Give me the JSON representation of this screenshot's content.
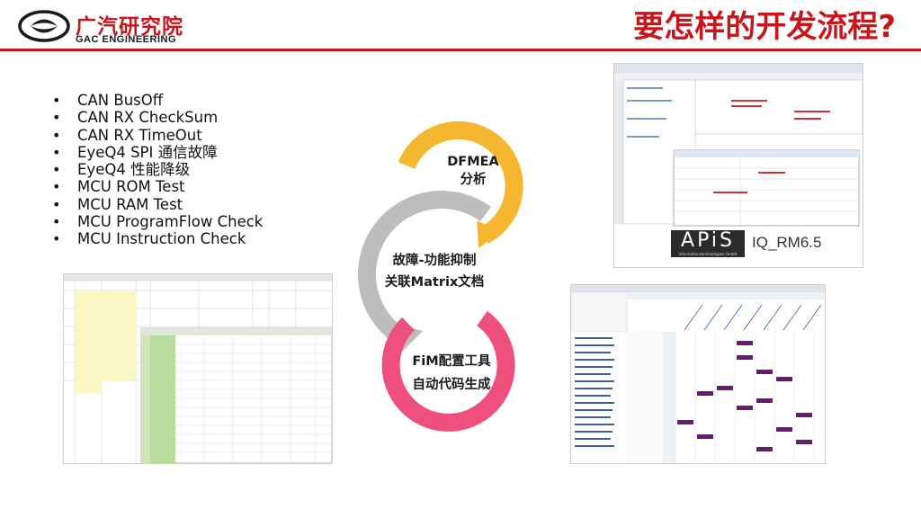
{
  "header": {
    "logo_cn": "广汽研究院",
    "logo_en": "GAC ENGINEERING",
    "title": "要怎样的开发流程?"
  },
  "bullets": [
    "CAN BusOff",
    "CAN RX CheckSum",
    "CAN RX TimeOut",
    "EyeQ4 SPI 通信故障",
    "EyeQ4 性能降级",
    "MCU ROM Test",
    "MCU RAM Test",
    "MCU ProgramFlow Check",
    "MCU Instruction Check"
  ],
  "cycle": {
    "step1_line1": "DFMEA",
    "step1_line2": "分析",
    "step2_line1": "故障-功能抑制",
    "step2_line2": "关联Matrix文档",
    "step3_line1": "FiM配置工具",
    "step3_line2": "自动代码生成"
  },
  "apis": {
    "logo": "APiS",
    "tagline": "Informationstechnologien GmbH",
    "product": "IQ_RM6.5"
  },
  "colors": {
    "brand_red": "#c8161d",
    "arc_yellow": "#f5b730",
    "arc_gray": "#bdbdbd",
    "arc_pink": "#ef4f7d"
  }
}
